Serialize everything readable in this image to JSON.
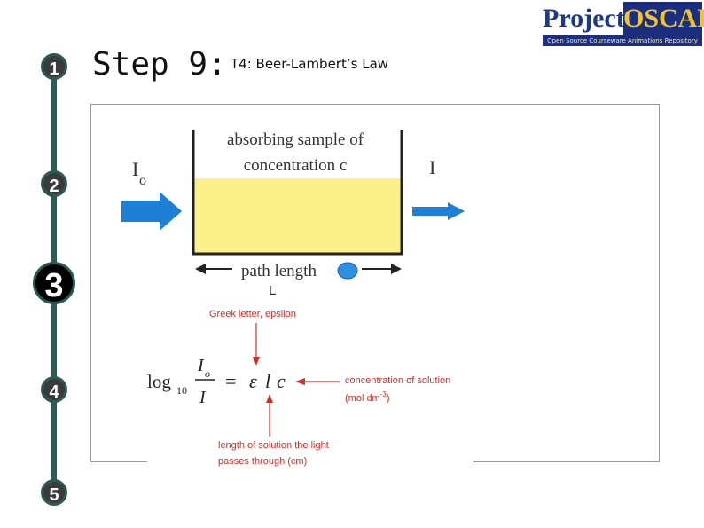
{
  "logo": {
    "word1": "Project",
    "word2": "OSCAR",
    "tagline": "Open Source Courseware Animations Repository"
  },
  "steps": [
    "1",
    "2",
    "3",
    "4",
    "5"
  ],
  "header": {
    "title": "Step 9:",
    "subtitle": "T4: Beer-Lambert’s Law"
  },
  "diagram": {
    "sample_label_line1": "absorbing sample of",
    "sample_label_line2": "concentration c",
    "incident_label_main": "I",
    "incident_label_sub": "o",
    "transmitted_label": "I",
    "path_length_label": "path length",
    "path_symbol": "L",
    "epsilon_note": "Greek letter, epsilon",
    "eq_log": "log",
    "eq_base": "10",
    "eq_num_main": "I",
    "eq_num_sub": "o",
    "eq_den": "I",
    "eq_equals": "=",
    "eq_eps": "ε",
    "eq_l": "l",
    "eq_c": "c",
    "conc_note_line1": "concentration of solution",
    "conc_note_line2": "(mol dm",
    "conc_note_exp": "-3",
    "conc_note_end": ")",
    "length_note_line1": "length of solution the light",
    "length_note_line2": "passes through (cm)"
  },
  "colors": {
    "solution": "#fbf08a",
    "arrow_blue": "#1e7fd6",
    "note_red": "#d2302a",
    "rail": "#2e5a55",
    "oval": "#2f8fe0"
  }
}
